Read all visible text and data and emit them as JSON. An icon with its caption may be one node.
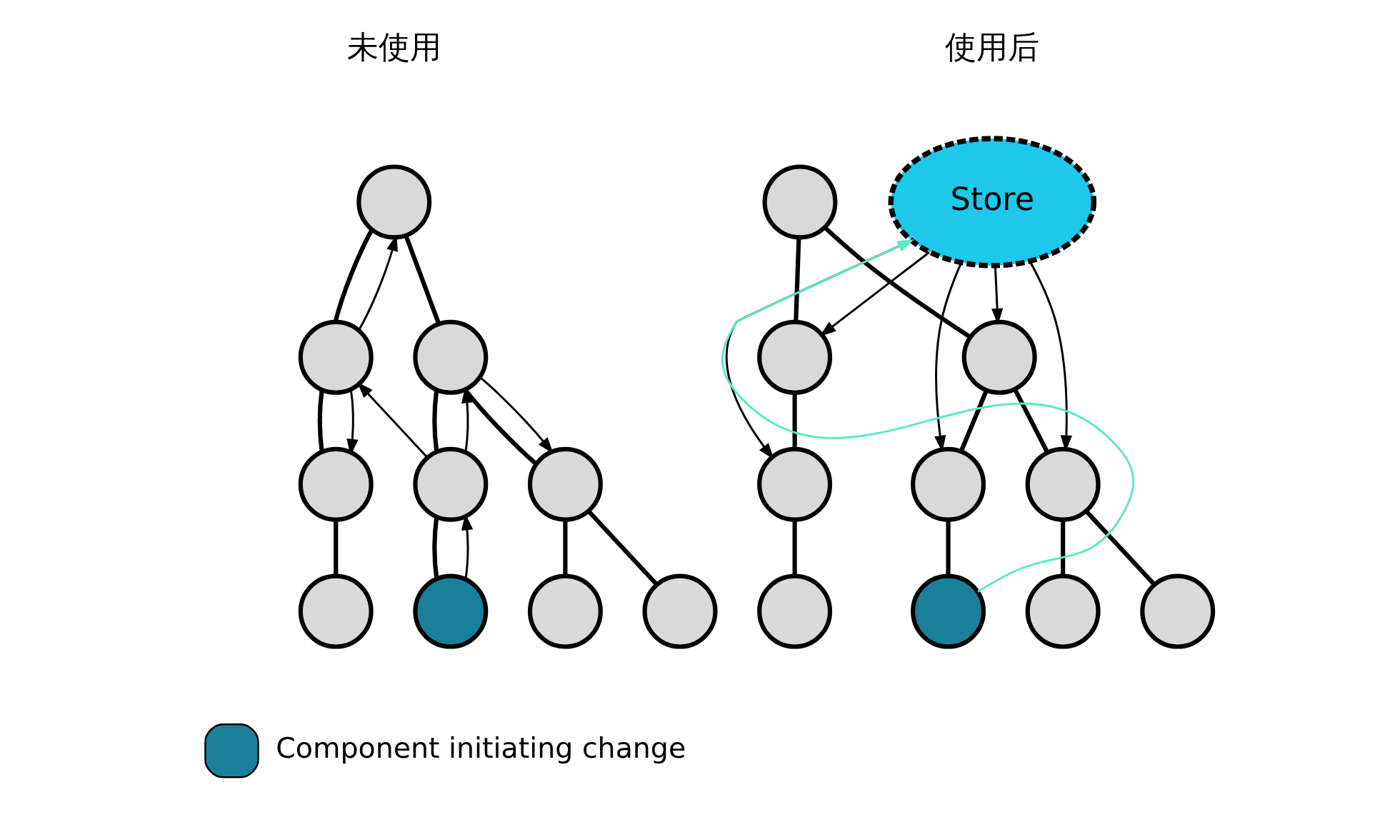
{
  "diagram": {
    "nodes": [
      {
        "text": [],
        "shape": "circle"
      },
      {
        "text": [],
        "shape": "circle"
      },
      {
        "text": [],
        "shape": "circle"
      },
      {
        "text": [],
        "shape": "circle"
      },
      {
        "text": [],
        "shape": "circle"
      },
      {
        "text": [],
        "shape": "circle"
      },
      {
        "text": [],
        "shape": "circle"
      },
      {
        "text": [],
        "shape": "circle"
      },
      {
        "text": [],
        "shape": "circle"
      },
      {
        "text": [],
        "shape": "circle"
      },
      {
        "text": [
          "Store"
        ]
      },
      {
        "text": [],
        "shape": "circle"
      },
      {
        "text": [],
        "shape": "circle"
      },
      {
        "text": [],
        "shape": "circle"
      },
      {
        "text": [],
        "shape": "circle"
      },
      {
        "text": [],
        "shape": "circle"
      },
      {
        "text": [],
        "shape": "circle"
      },
      {
        "text": [],
        "shape": "circle"
      },
      {
        "text": [],
        "shape": "circle"
      },
      {
        "text": [],
        "shape": "circle"
      },
      {
        "text": [],
        "shape": "circle"
      }
    ],
    "edges": [
      {
        "from": 0,
        "to": 1,
        "arrow": "none"
      },
      {
        "from": 0,
        "to": 2,
        "arrow": "none"
      },
      {
        "from": 1,
        "to": 3,
        "arrow": "none"
      },
      {
        "from": 2,
        "to": 4,
        "arrow": "none"
      },
      {
        "from": 2,
        "to": 5,
        "arrow": "none"
      },
      {
        "from": 3,
        "to": 6,
        "arrow": "none"
      },
      {
        "from": 4,
        "to": 7,
        "arrow": "none"
      },
      {
        "from": 5,
        "to": 8,
        "arrow": "none"
      },
      {
        "from": 5,
        "to": 9,
        "arrow": "none"
      },
      {
        "from": 7,
        "to": 4,
        "arrow": "to"
      },
      {
        "from": 4,
        "to": 1,
        "arrow": "to"
      },
      {
        "from": 4,
        "to": 2,
        "arrow": "to"
      },
      {
        "from": 1,
        "to": 0,
        "arrow": "to"
      },
      {
        "from": 1,
        "to": 3,
        "arrow": "to"
      },
      {
        "from": 2,
        "to": 5,
        "arrow": "to"
      },
      {
        "from": 11,
        "to": 12,
        "arrow": "none"
      },
      {
        "from": 11,
        "to": 13,
        "arrow": "none"
      },
      {
        "from": 12,
        "to": 14,
        "arrow": "none"
      },
      {
        "from": 13,
        "to": 15,
        "arrow": "none"
      },
      {
        "from": 13,
        "to": 16,
        "arrow": "none"
      },
      {
        "from": 14,
        "to": 17,
        "arrow": "none"
      },
      {
        "from": 15,
        "to": 18,
        "arrow": "none"
      },
      {
        "from": 16,
        "to": 19,
        "arrow": "none"
      },
      {
        "from": 16,
        "to": 20,
        "arrow": "none"
      },
      {
        "from": 18,
        "to": 10,
        "arrow": "to",
        "color": "#5ee8c8"
      },
      {
        "from": 10,
        "to": 14,
        "arrow": "to"
      },
      {
        "from": 10,
        "to": 12,
        "arrow": "to"
      },
      {
        "from": 10,
        "to": 15,
        "arrow": "to"
      },
      {
        "from": 10,
        "to": 13,
        "arrow": "to"
      },
      {
        "from": 10,
        "to": 16,
        "arrow": "to"
      }
    ],
    "labels": [
      "未使用",
      "使用后"
    ],
    "legend": [
      {
        "text": "Component initiating change",
        "color": "#1a809a"
      }
    ]
  }
}
